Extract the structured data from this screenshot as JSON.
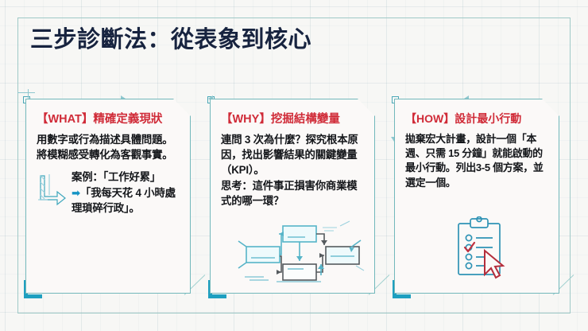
{
  "slide": {
    "title": "三步診斷法：從表象到核心",
    "title_color": "#17233f",
    "background_color": "#f7f7f5",
    "accent_color": "#72b8bb",
    "heading_color": "#d02b38"
  },
  "cards": [
    {
      "id": "what",
      "heading": "【WHAT】精確定義現狀",
      "body": "用數字或行為描述具體問題。將模糊感受轉化為客觀事實。",
      "example": "案例：「工作好累」",
      "example_arrow": "➡",
      "example_result": "「我每天花 4 小時處理瑣碎行政」。",
      "illustration": "arrow-3d-icon"
    },
    {
      "id": "why",
      "heading": "【WHY】挖掘結構變量",
      "body": "連問 3 次為什麼？探究根本原因，找出影響結果的關鍵變量（KPI）。",
      "body2": "思考：這件事正損害你商業模式的哪一環？",
      "illustration": "flowchart-icon"
    },
    {
      "id": "how",
      "heading": "【HOW】設計最小行動",
      "body": "拋棄宏大計畫，設計一個「本週、只需 15 分鐘」就能啟動的最小行動。列出3-5 個方案，並選定一個。",
      "illustration": "clipboard-checklist-cursor-icon"
    }
  ]
}
